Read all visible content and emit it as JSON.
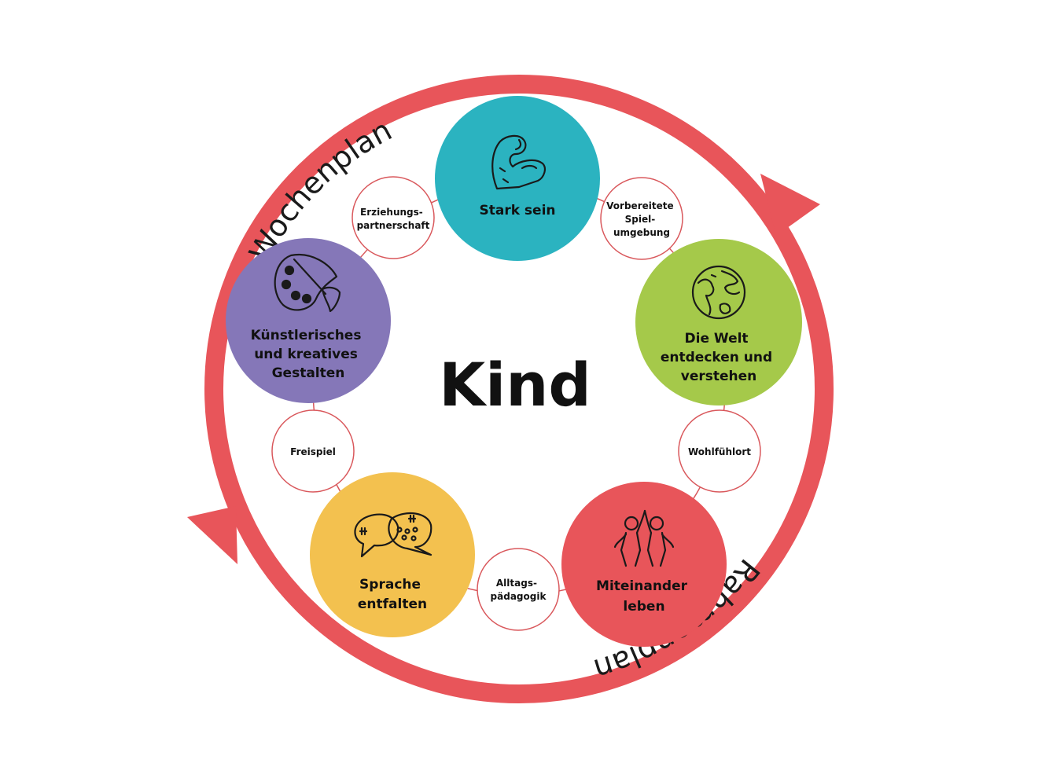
{
  "center": {
    "label": "Kind"
  },
  "outer_ring": {
    "label_top": "Wochenplan",
    "label_bottom": "Rahmenplan",
    "color": "#e8555a"
  },
  "areas": [
    {
      "id": "stark",
      "label_lines": [
        "Stark sein"
      ],
      "icon": "flexed-arm-icon",
      "color": "#2bb3c0"
    },
    {
      "id": "welt",
      "label_lines": [
        "Die Welt",
        "entdecken und",
        "verstehen"
      ],
      "icon": "globe-icon",
      "color": "#a5c94a"
    },
    {
      "id": "miteinander",
      "label_lines": [
        "Miteinander",
        "leben"
      ],
      "icon": "high-five-icon",
      "color": "#e8555a"
    },
    {
      "id": "sprache",
      "label_lines": [
        "Sprache",
        "entfalten"
      ],
      "icon": "speech-bubbles-icon",
      "color": "#f3c14f"
    },
    {
      "id": "kunst",
      "label_lines": [
        "Künstlerisches",
        "und kreatives",
        "Gestalten"
      ],
      "icon": "palette-icon",
      "color": "#8577b8"
    }
  ],
  "principles": [
    {
      "id": "spielumgebung",
      "label_lines": [
        "Vorbereitete",
        "Spiel-",
        "umgebung"
      ]
    },
    {
      "id": "wohlfuehlort",
      "label_lines": [
        "Wohlfühlort"
      ]
    },
    {
      "id": "alltag",
      "label_lines": [
        "Alltags-",
        "pädagogik"
      ]
    },
    {
      "id": "freispiel",
      "label_lines": [
        "Freispiel"
      ]
    },
    {
      "id": "erziehung",
      "label_lines": [
        "Erziehungs-",
        "partnerschaft"
      ]
    }
  ],
  "colors": {
    "ring": "#e8555a",
    "small_circle_border": "#d9585c",
    "text": "#111111"
  }
}
